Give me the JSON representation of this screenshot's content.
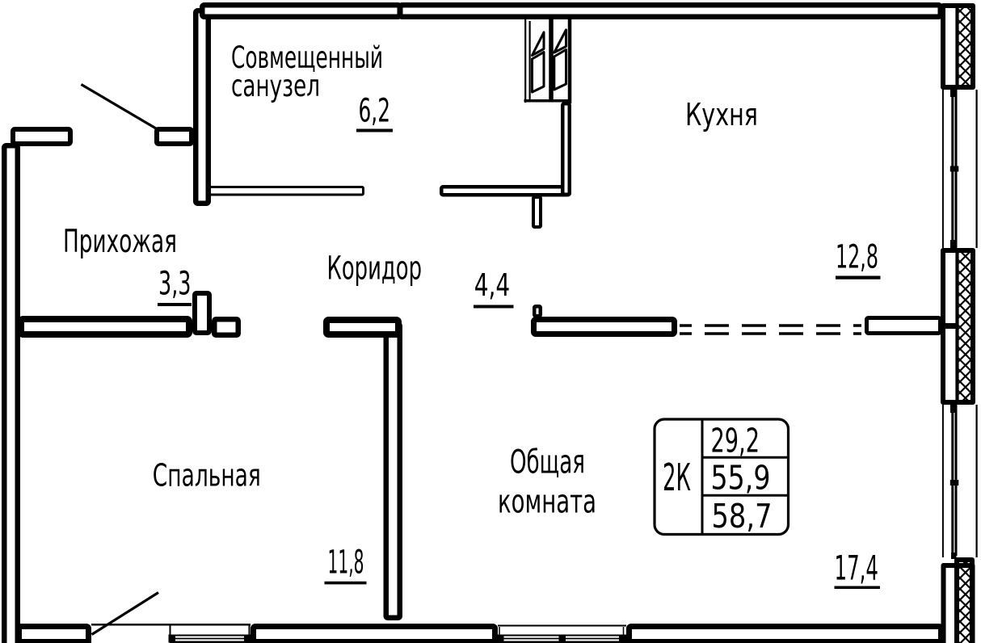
{
  "document": {
    "kind": "apartment-floor-plan",
    "language": "ru"
  },
  "colors": {
    "ink": "#000000",
    "paper": "#ffffff"
  },
  "rooms": [
    {
      "key": "combined-bathroom",
      "name_lines": [
        "Совмещенный",
        "санузел"
      ],
      "area": "6,2"
    },
    {
      "key": "kitchen",
      "name_lines": [
        "Кухня"
      ],
      "area": "12,8"
    },
    {
      "key": "hallway",
      "name_lines": [
        "Прихожая"
      ],
      "area": "3,3"
    },
    {
      "key": "corridor",
      "name_lines": [
        "Коридор"
      ],
      "area": "4,4"
    },
    {
      "key": "bedroom",
      "name_lines": [
        "Спальная"
      ],
      "area": "11,8"
    },
    {
      "key": "living-room",
      "name_lines": [
        "Общая",
        "комната"
      ],
      "area": "17,4"
    }
  ],
  "stamp": {
    "apartment_type": "2К",
    "living_area": "29,2",
    "total_area": "55,9",
    "overall_area": "58,7"
  }
}
